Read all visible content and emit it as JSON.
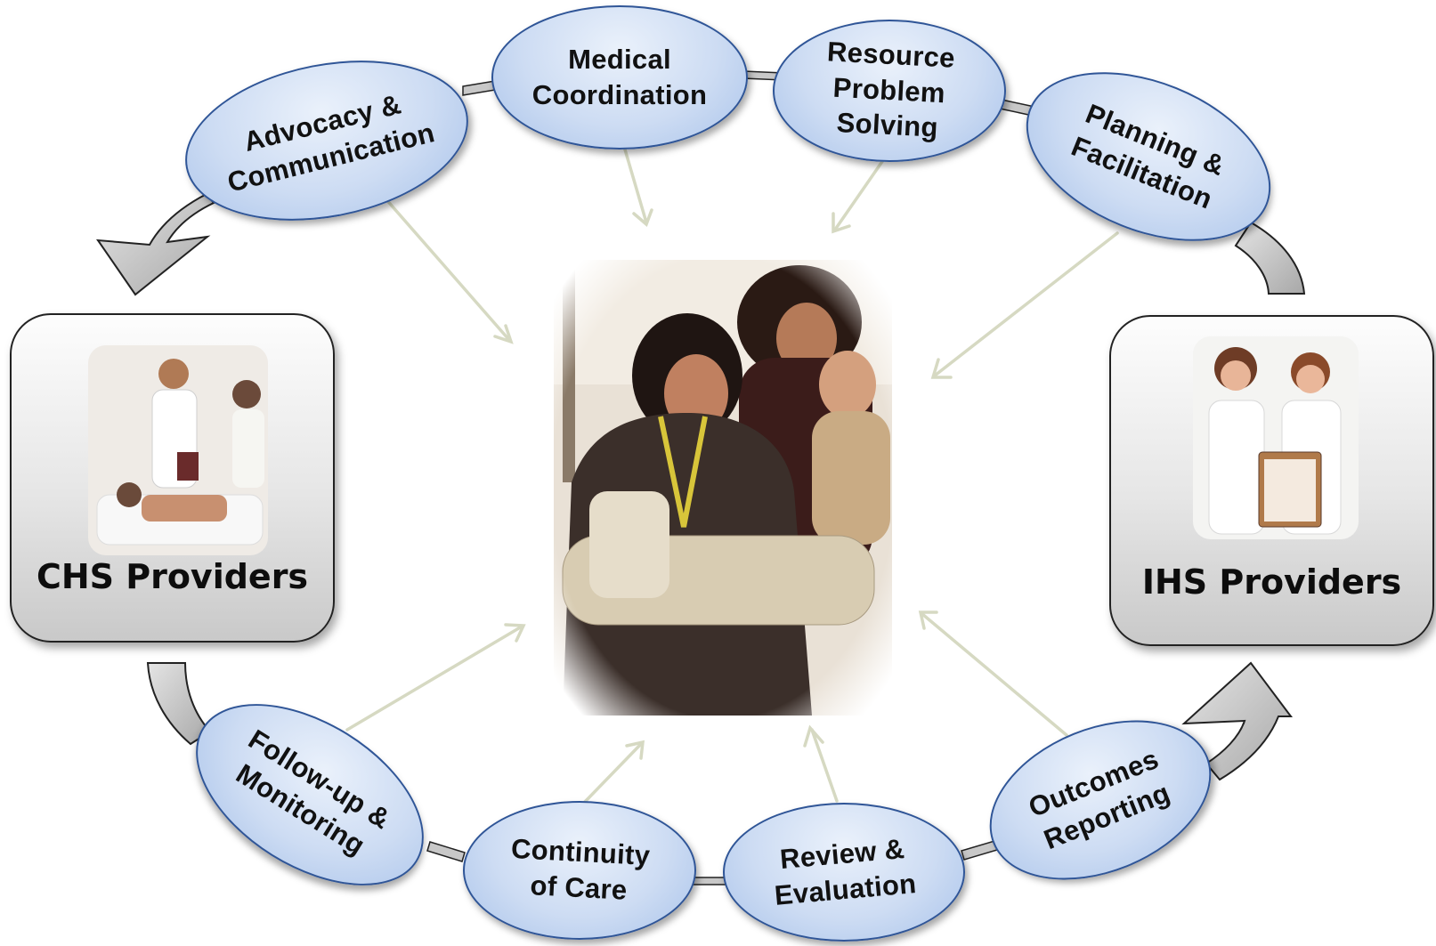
{
  "providers": {
    "left_label": "CHS Providers",
    "right_label": "IHS Providers"
  },
  "steps": {
    "advocacy": "Advocacy &\nCommunication",
    "medical": "Medical\nCoordination",
    "resource": "Resource\nProblem\nSolving",
    "planning": "Planning &\nFacilitation",
    "followup": "Follow-up &\nMonitoring",
    "continuity": "Continuity\nof Care",
    "review": "Review &\nEvaluation",
    "outcomes": "Outcomes\nReporting"
  },
  "colors": {
    "node_border": "#2f5597",
    "node_fill": "#cddcf3",
    "arrow": "#d9dcc6",
    "ring": "#b0b0b0"
  }
}
